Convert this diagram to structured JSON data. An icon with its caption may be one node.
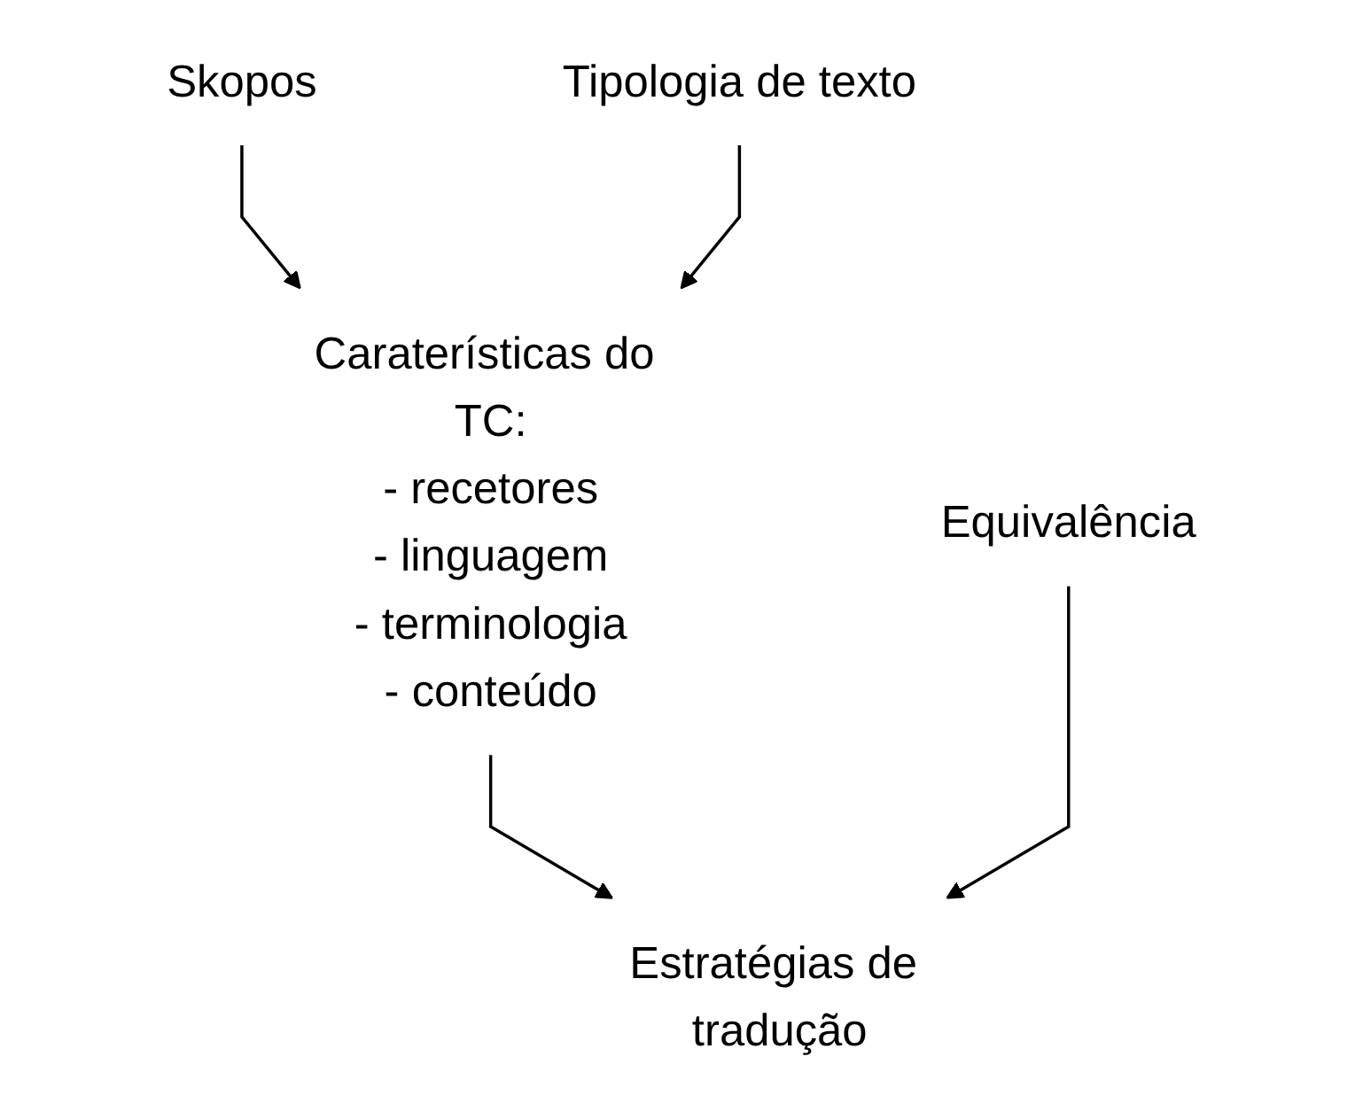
{
  "diagram": {
    "nodes": [
      {
        "text": [
          "Skopos"
        ]
      },
      {
        "text": [
          "Tipologia de texto"
        ]
      },
      {
        "text": [
          "Caraterísticas do TC:",
          "- recetores",
          "- linguagem",
          "- terminologia",
          "- conteúdo"
        ]
      },
      {
        "text": [
          "Equivalência"
        ]
      },
      {
        "text": [
          "Estratégias de tradução"
        ]
      }
    ],
    "edges": [
      {
        "from": 0,
        "to": 2,
        "arrow": "to"
      },
      {
        "from": 1,
        "to": 2,
        "arrow": "to"
      },
      {
        "from": 2,
        "to": 4,
        "arrow": "to"
      },
      {
        "from": 3,
        "to": 4,
        "arrow": "to"
      }
    ]
  }
}
